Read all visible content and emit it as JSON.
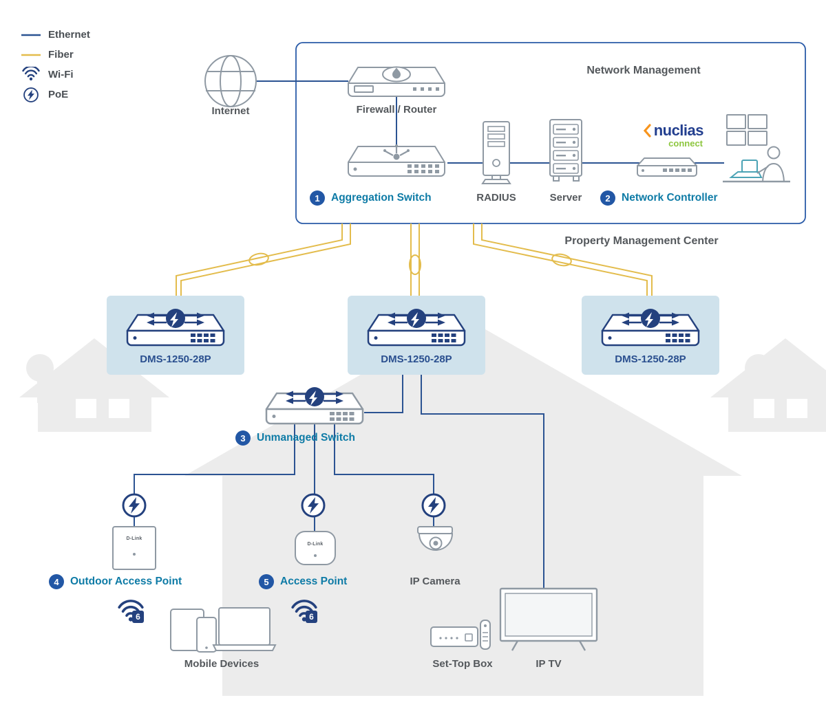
{
  "legend": {
    "items": [
      {
        "id": "ethernet",
        "label": "Ethernet"
      },
      {
        "id": "fiber",
        "label": "Fiber"
      },
      {
        "id": "wifi",
        "label": "Wi-Fi"
      },
      {
        "id": "poe",
        "label": "PoE"
      }
    ]
  },
  "management": {
    "title": "Network Management",
    "internet_label": "Internet",
    "firewall_label": "Firewall / Router",
    "aggregation_number": "1",
    "aggregation_label": "Aggregation Switch",
    "radius_label": "RADIUS",
    "server_label": "Server",
    "controller_number": "2",
    "controller_label": "Network Controller",
    "nuclias_brand": "nuclias",
    "nuclias_sub": "connect"
  },
  "property_label": "Property Management Center",
  "poe_switches": [
    {
      "model": "DMS-1250-28P"
    },
    {
      "model": "DMS-1250-28P"
    },
    {
      "model": "DMS-1250-28P"
    }
  ],
  "unmanaged": {
    "number": "3",
    "label": "Unmanaged Switch"
  },
  "endpoints": {
    "outdoor_ap_number": "4",
    "outdoor_ap_label": "Outdoor Access Point",
    "ap_number": "5",
    "ap_label": "Access Point",
    "camera_label": "IP Camera",
    "mobile_label": "Mobile Devices",
    "stb_label": "Set-Top Box",
    "tv_label": "IP TV"
  },
  "device_brand": "D-Link",
  "wifi6_badge": "6",
  "colors": {
    "ethernet_line": "#2b5392",
    "fiber_line": "#e3bc4c",
    "device_navy": "#24417e",
    "device_gray": "#8f99a3",
    "teal_label": "#0e7ba6",
    "number_badge": "#2257a5",
    "switch_panel": "#cfe2ec",
    "management_border": "#2a5ba8",
    "house_gray": "#ececec",
    "nuclias_blue": "#233f8f",
    "nuclias_green": "#8dc63f",
    "nuclias_orange": "#f7941d"
  }
}
